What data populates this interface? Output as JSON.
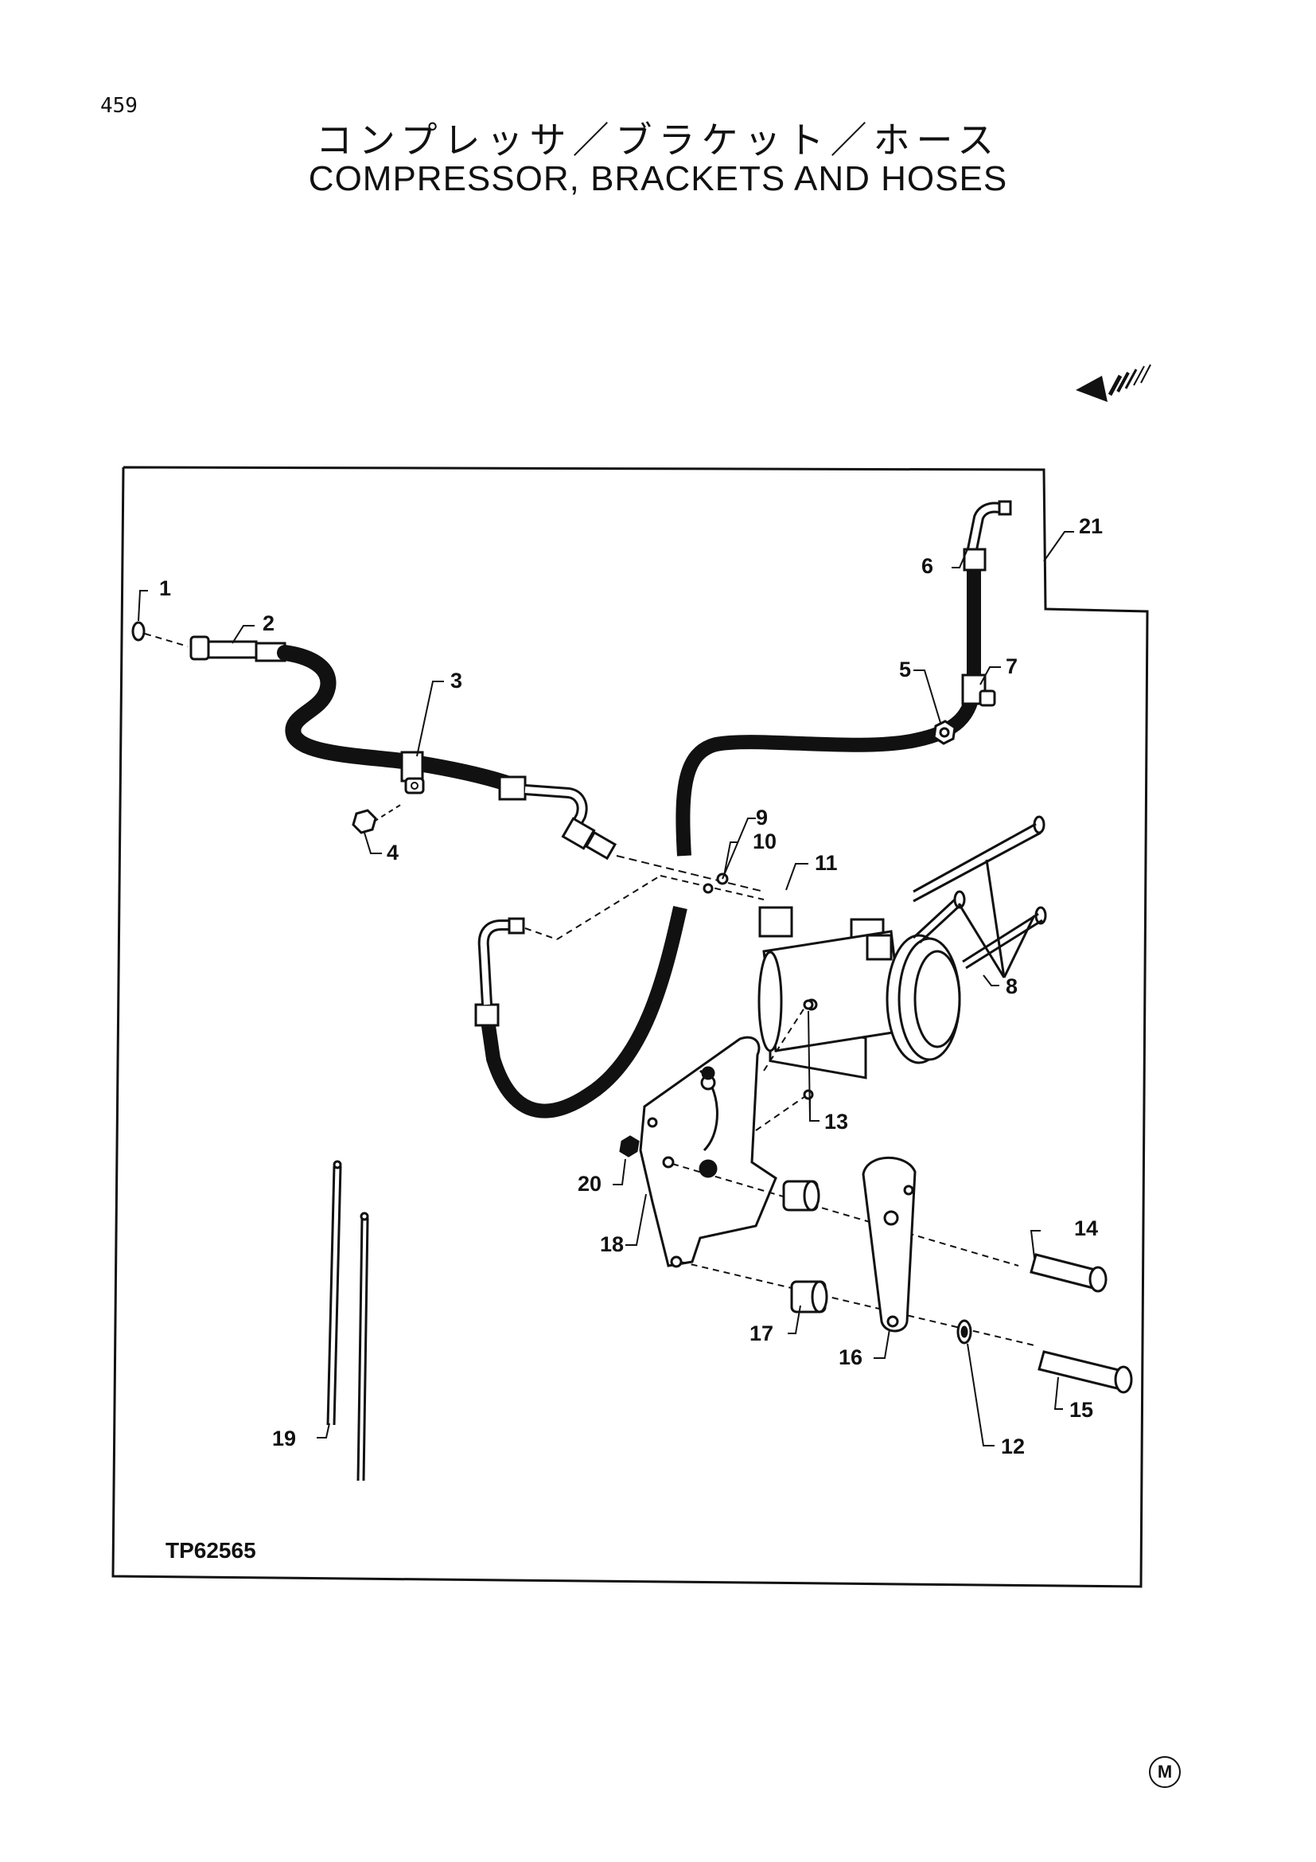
{
  "page": {
    "page_number": "459",
    "title_japanese": "コンプレッサ／ブラケット／ホース",
    "title_english": "COMPRESSOR, BRACKETS AND HOSES",
    "figure_code": "TP62565",
    "corner_mark": "M"
  },
  "callouts": [
    "1",
    "2",
    "3",
    "4",
    "5",
    "6",
    "7",
    "8",
    "9",
    "10",
    "11",
    "12",
    "13",
    "14",
    "15",
    "16",
    "17",
    "18",
    "19",
    "20",
    "21"
  ],
  "icons": {
    "direction_arrow": "front-direction-arrow-icon"
  }
}
